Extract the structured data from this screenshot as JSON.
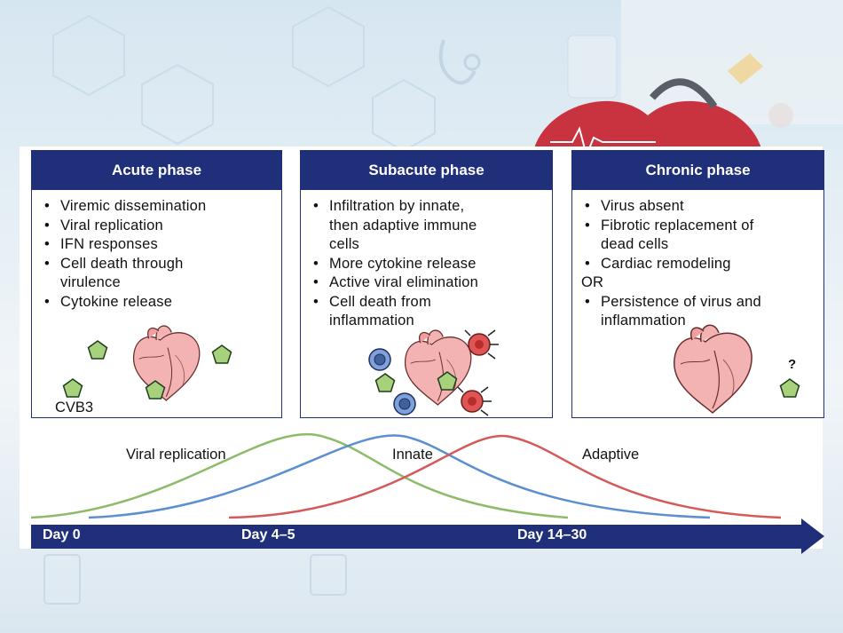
{
  "phases": [
    {
      "title": "Acute phase",
      "items": [
        {
          "text": "Viremic dissemination",
          "bullet": true
        },
        {
          "text": "Viral replication",
          "bullet": true
        },
        {
          "text": "IFN responses",
          "bullet": true
        },
        {
          "text": "Cell death through",
          "bullet": true
        },
        {
          "text": "virulence",
          "bullet": false,
          "indent": true
        },
        {
          "text": "Cytokine release",
          "bullet": true
        }
      ],
      "virus_label": "CVB3"
    },
    {
      "title": "Subacute phase",
      "items": [
        {
          "text": "Infiltration by innate,",
          "bullet": true
        },
        {
          "text": "then adaptive immune",
          "bullet": false,
          "indent": true
        },
        {
          "text": "cells",
          "bullet": false,
          "indent": true
        },
        {
          "text": "More cytokine release",
          "bullet": true
        },
        {
          "text": "Active viral elimination",
          "bullet": true
        },
        {
          "text": "Cell death from",
          "bullet": true
        },
        {
          "text": "inflammation",
          "bullet": false,
          "indent": true
        }
      ]
    },
    {
      "title": "Chronic phase",
      "items": [
        {
          "text": "Virus absent",
          "bullet": true
        },
        {
          "text": "Fibrotic replacement of",
          "bullet": true
        },
        {
          "text": "dead cells",
          "bullet": false,
          "indent": true
        },
        {
          "text": "Cardiac remodeling",
          "bullet": true
        },
        {
          "text": "OR",
          "bullet": false,
          "indent": false
        },
        {
          "text": "Persistence of virus and",
          "bullet": true
        },
        {
          "text": "inflammation",
          "bullet": false,
          "indent": true
        }
      ],
      "question_mark": "?"
    }
  ],
  "curves": {
    "viral": {
      "label": "Viral replication",
      "color": "#8dbb6a"
    },
    "innate": {
      "label": "Innate",
      "color": "#5b8fd1"
    },
    "adaptive": {
      "label": "Adaptive",
      "color": "#d45a5a"
    }
  },
  "timeline": {
    "day0": "Day 0",
    "day4": "Day 4–5",
    "day14": "Day 14–30"
  },
  "colors": {
    "navy": "#1f2f7a",
    "virus": "#a7d17a",
    "heart": "#f2a7a7"
  }
}
